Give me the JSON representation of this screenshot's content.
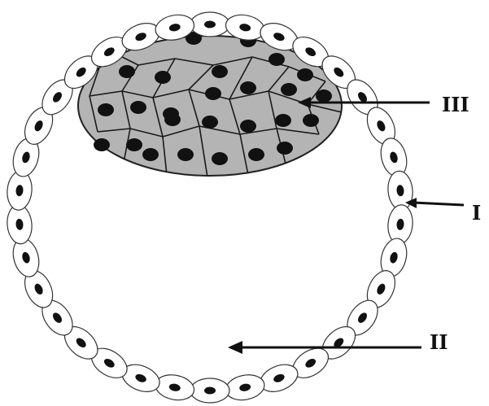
{
  "labels": {
    "trophoblast": "I",
    "cavity": "II",
    "inner_mass": "III"
  },
  "colors": {
    "ink": "#111111",
    "mass_fill": "#b4b4b4",
    "cell_fill": "#ffffff",
    "nucleus": "#111111"
  }
}
